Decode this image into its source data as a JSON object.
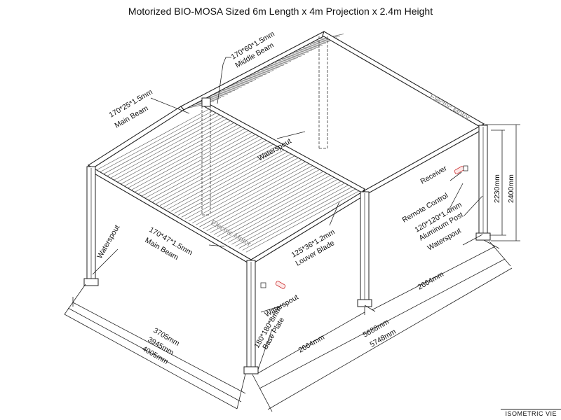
{
  "title": "Motorized BIO-MOSA Sized 6m Length x 4m Projection x 2.4m Height",
  "view_label": "ISOMETRIC VIE",
  "labels": {
    "middle_beam_dim": "170*60*1.5mm",
    "middle_beam_name": "Middle Beam",
    "main_beam_top_dim": "170*25*1.5mm",
    "main_beam_top_name": "Main Beam",
    "main_beam_front_dim": "170*47*1.5mm",
    "main_beam_front_name": "Main Beam",
    "louver_dim": "125*36*1.2mm",
    "louver_name": "Louver Blade",
    "waterspout_top": "Waterspout",
    "waterspout_left": "Waterspout",
    "waterspout_front": "Waterspout",
    "waterspout_right": "Waterspout",
    "electric_motor_top": "Electric Motor",
    "electric_motor_front": "Electric Motor",
    "receiver": "Receiver",
    "remote_control": "Remote Control",
    "post_dim": "120*120*1.4mm",
    "post_name": "Aluminum Post",
    "base_plate_dim": "180*180*8mm",
    "base_plate_name": "Base Plate"
  },
  "dimensions": {
    "height_inner": "2230mm",
    "height_outer": "2400mm",
    "right_span": "2664mm",
    "front_span_a": "2664mm",
    "length_inner": "5688mm",
    "length_outer": "5748mm",
    "projection_a": "3705mm",
    "projection_b": "3945mm",
    "projection_c": "4005mm"
  }
}
